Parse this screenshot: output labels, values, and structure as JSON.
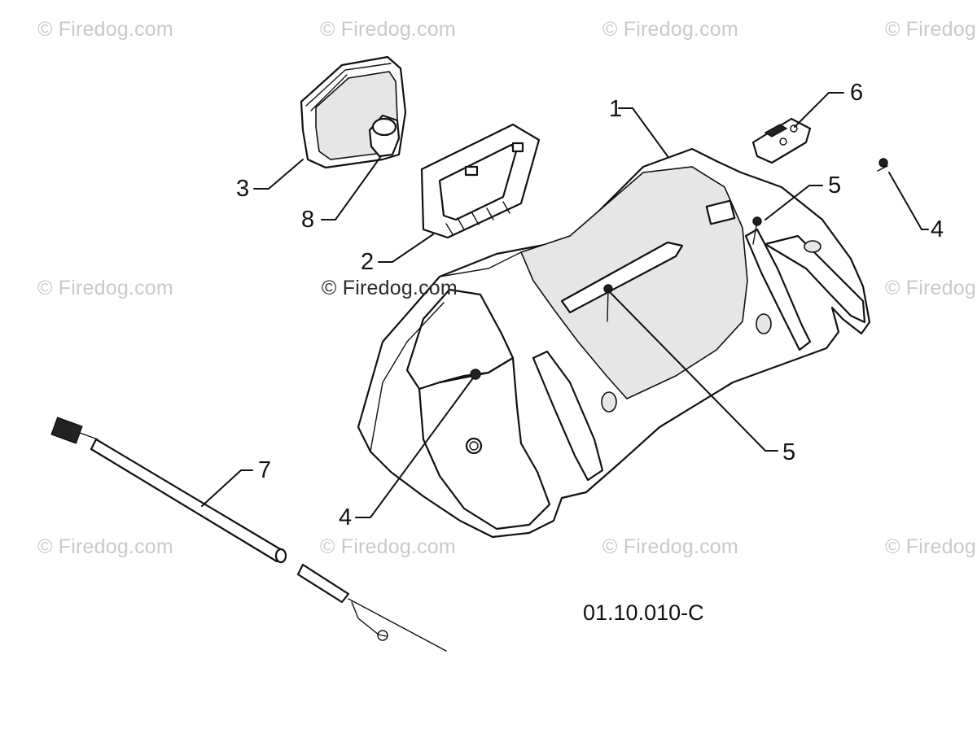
{
  "watermark": {
    "text": "© Firedog.com"
  },
  "callouts": {
    "p1": "1",
    "p2": "2",
    "p3": "3",
    "p4a": "4",
    "p4b": "4",
    "p5a": "5",
    "p5b": "5",
    "p6": "6",
    "p7": "7",
    "p8": "8"
  },
  "diagram_code": "01.10.010-C",
  "colors": {
    "background": "#ffffff",
    "linework": "#111111",
    "watermark": "#c9c9c9"
  }
}
